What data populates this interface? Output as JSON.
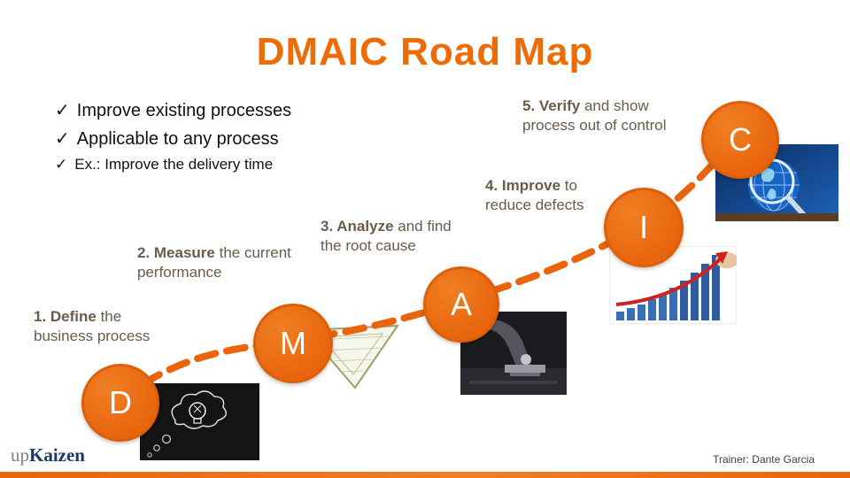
{
  "title": "DMAIC Road Map",
  "checkmark": "✓",
  "bullets": [
    "Improve existing processes",
    "Applicable to any process",
    "Ex.: Improve the delivery time"
  ],
  "steps": [
    {
      "letter": "D",
      "bold": "1. Define",
      "rest": " the business process"
    },
    {
      "letter": "M",
      "bold": "2. Measure",
      "rest": " the current performance"
    },
    {
      "letter": "A",
      "bold": "3. Analyze",
      "rest": " and find the root cause"
    },
    {
      "letter": "I",
      "bold": "4. Improve",
      "rest": " to reduce defects"
    },
    {
      "letter": "C",
      "bold": "5. Verify",
      "rest": " and show process out of control"
    }
  ],
  "images": [
    "chalkboard-lightbulb",
    "set-square-ruler",
    "microscope",
    "growth-bar-chart",
    "globe-magnifier"
  ],
  "footer": {
    "logo_up": "up",
    "logo_kaizen": "Kaizen",
    "trainer": "Trainer: Dante Garcia"
  },
  "colors": {
    "accent_orange": "#E8650D",
    "title_orange": "#ED6C05",
    "step_text": "#6B5B4B",
    "logo_navy": "#1F3864",
    "logo_gray": "#7F7F7F"
  }
}
